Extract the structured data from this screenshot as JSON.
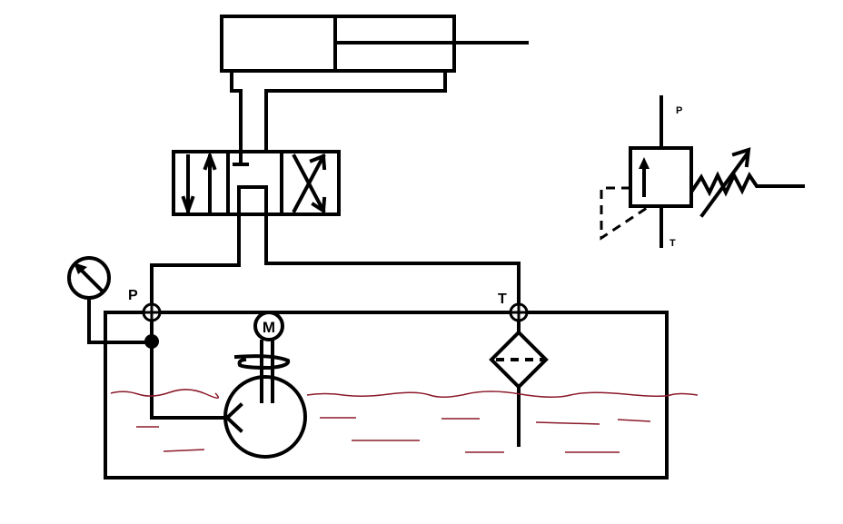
{
  "diagram": {
    "labels": {
      "pressure_port": "P",
      "tank_port": "T",
      "motor": "M",
      "relief_pressure_port": "P",
      "relief_tank_port": "T"
    },
    "colors": {
      "line": "#000000",
      "oil": "#8b1a2a",
      "background": "#ffffff"
    }
  }
}
